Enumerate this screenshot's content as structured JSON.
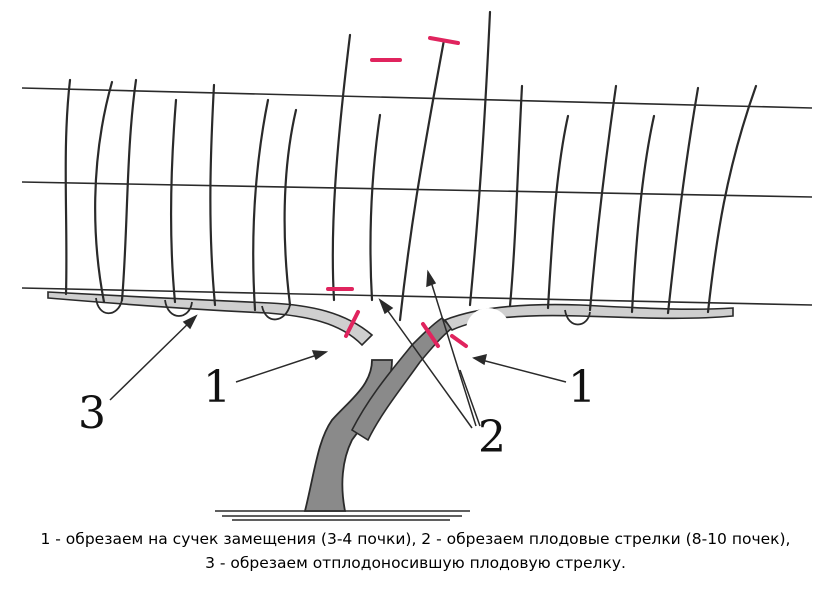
{
  "labels": {
    "label_1_left": "1",
    "label_1_right": "1",
    "label_2": "2",
    "label_3": "3"
  },
  "caption": {
    "line1": "1 - обрезаем на сучек замещения (3-4 почки), 2 - обрезаем плодовые стрелки (8-10 почек),",
    "line2": "3 - обрезаем отплодоносившую плодовую стрелку."
  },
  "colors": {
    "cut_mark": "#e0245e",
    "stroke": "#2a2a2a",
    "trunk_fill": "#8a8a8a"
  },
  "icons": {
    "cut_mark": "red-dash"
  }
}
